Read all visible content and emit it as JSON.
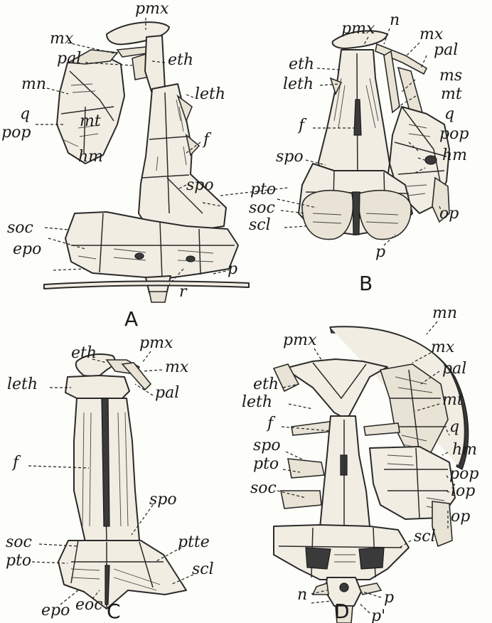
{
  "figures": [
    {
      "panel": "A",
      "labels": {
        "pmx": "pmx",
        "mx": "mx",
        "pal": "pal",
        "eth": "eth",
        "mn": "mn",
        "q": "q",
        "leth": "leth",
        "mt": "mt",
        "pop": "pop",
        "hm": "hm",
        "f": "f",
        "spo": "spo",
        "soc": "soc",
        "epo": "epo",
        "p": "p",
        "r": "r"
      }
    },
    {
      "panel": "B",
      "labels": {
        "pmx": "pmx",
        "n": "n",
        "mx": "mx",
        "eth": "eth",
        "pal": "pal",
        "leth": "leth",
        "ms": "ms",
        "mt": "mt",
        "f": "f",
        "q": "q",
        "pop": "pop",
        "spo": "spo",
        "hm": "hm",
        "pto": "pto",
        "soc": "soc",
        "op": "op",
        "scl": "scl",
        "p": "p"
      }
    },
    {
      "panel": "C",
      "labels": {
        "eth": "eth",
        "pmx": "pmx",
        "mx": "mx",
        "leth": "leth",
        "pal": "pal",
        "f": "f",
        "spo": "spo",
        "soc": "soc",
        "ptte": "ptte",
        "pto": "pto",
        "scl": "scl",
        "epo": "epo",
        "eoc": "eoc"
      }
    },
    {
      "panel": "D",
      "labels": {
        "mn": "mn",
        "pmx": "pmx",
        "mx": "mx",
        "pal": "pal",
        "eth": "eth",
        "leth": "leth",
        "mt": "mt",
        "f": "f",
        "q": "q",
        "spo": "spo",
        "hm": "hm",
        "pto": "pto",
        "pop": "pop",
        "soc": "soc",
        "iop": "iop",
        "op": "op",
        "scl": "scl",
        "n": "n",
        "p": "p",
        "p_prime": "p'"
      }
    }
  ]
}
